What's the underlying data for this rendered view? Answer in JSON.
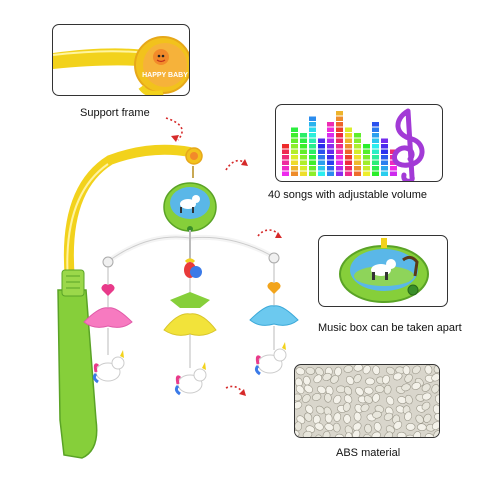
{
  "captions": {
    "support_frame": "Support frame",
    "songs": "40 songs with adjustable volume",
    "music_box": "Music box can be taken apart",
    "abs": "ABS material"
  },
  "logo_text": "HAPPY BABY",
  "colors": {
    "frame_yellow": "#f2d21c",
    "frame_green": "#86cf3a",
    "canopy_pink": "#f77ac0",
    "canopy_yellow": "#f2e33a",
    "canopy_blue": "#6cc9ef",
    "arrow_red": "#d62a2a",
    "panel_border": "#333333"
  }
}
